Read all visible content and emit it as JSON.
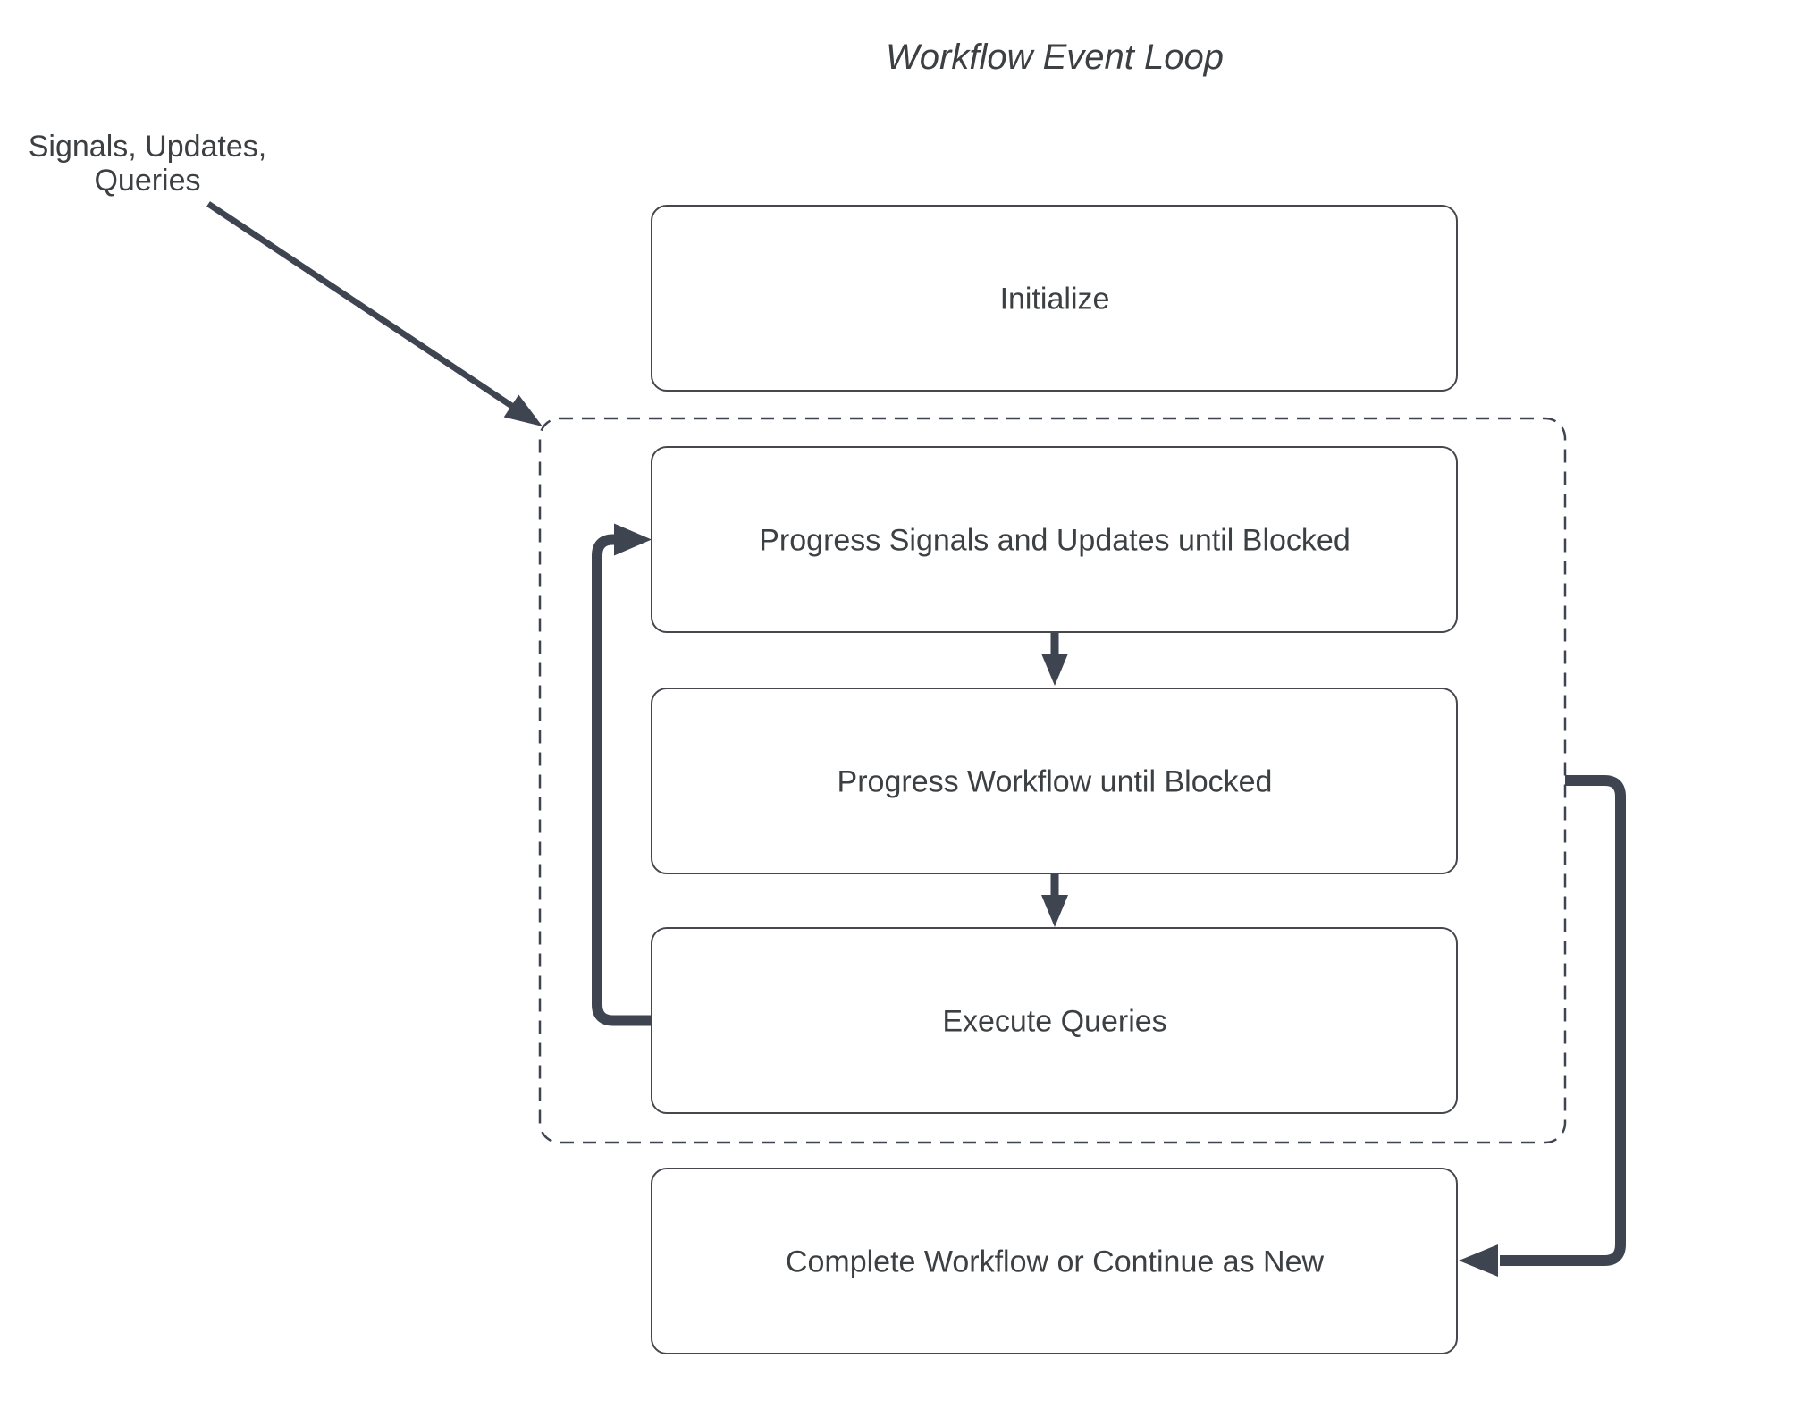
{
  "title": "Workflow Event Loop",
  "annotation": {
    "line1": "Signals, Updates,",
    "line2": "Queries"
  },
  "nodes": {
    "initialize": {
      "label": "Initialize"
    },
    "progress_signals": {
      "label": "Progress Signals and Updates until Blocked"
    },
    "progress_workflow": {
      "label": "Progress Workflow until Blocked"
    },
    "execute_queries": {
      "label": "Execute Queries"
    },
    "complete_workflow": {
      "label": "Complete Workflow or Continue as New"
    }
  },
  "colors": {
    "connector": "#3e4450",
    "box_border": "#45484d",
    "text": "#3c4043",
    "background": "#ffffff"
  }
}
